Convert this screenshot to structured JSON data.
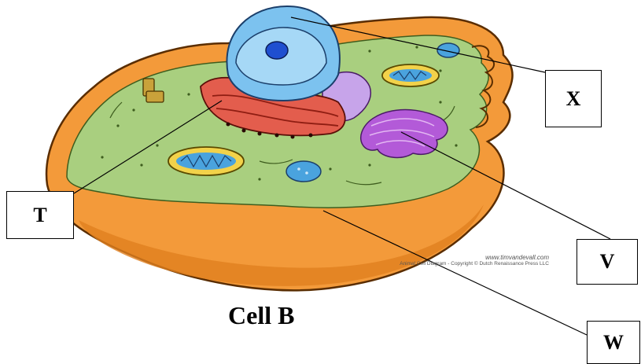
{
  "labels": {
    "x": "X",
    "t": "T",
    "v": "V",
    "w": "W"
  },
  "caption": "Cell B",
  "credit": {
    "url": "www.timvandevall.com",
    "notice": "Animal Cell Diagram - Copyright © Dutch Renaissance Press LLC"
  },
  "colors": {
    "membrane": "#f39a3a",
    "cytoplasm": "#a9cf7f",
    "nucleus": "#7cc2ef",
    "nucleolus": "#1f4fd0",
    "rough_er": "#e35d4d",
    "golgi": "#b35ad8",
    "mitochondria": "#f2d24a",
    "centrioles": "#c9a23a"
  }
}
